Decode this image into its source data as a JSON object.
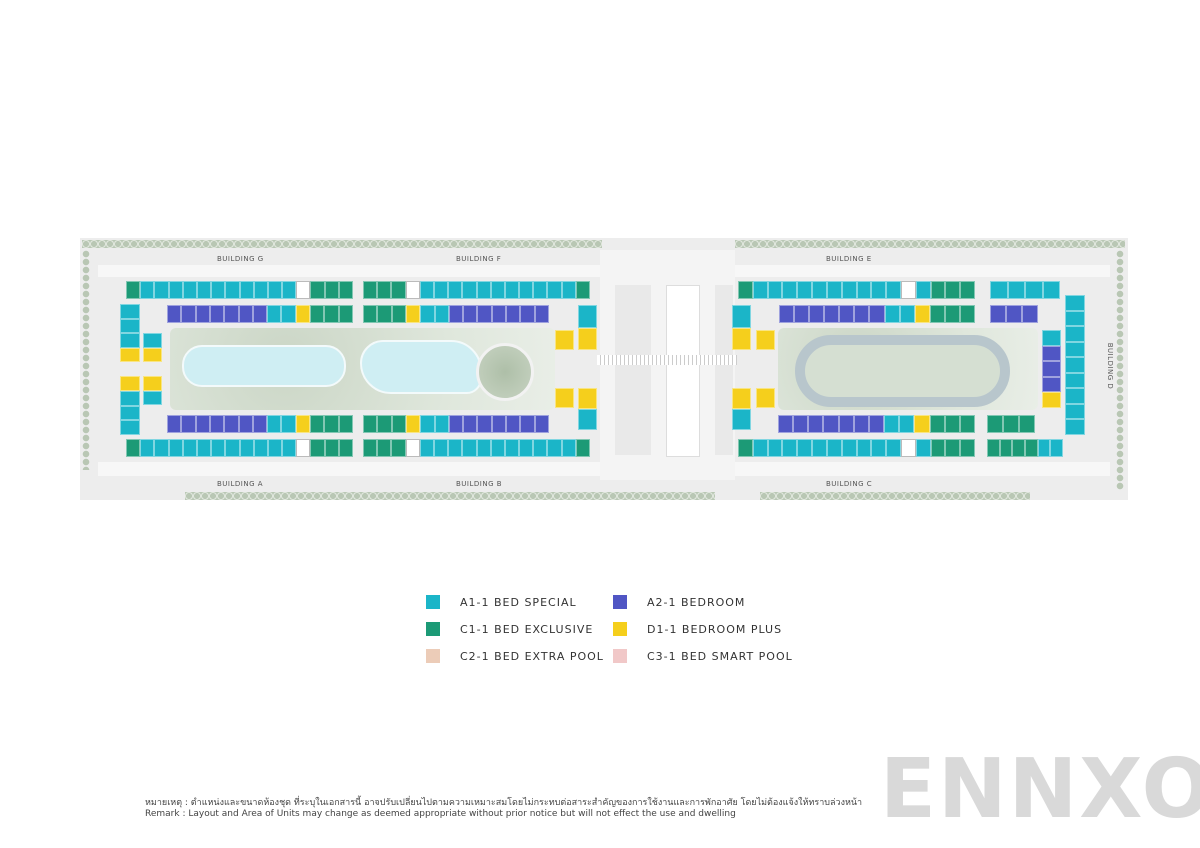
{
  "buildings": {
    "g": "BUILDING G",
    "f": "BUILDING F",
    "e": "BUILDING E",
    "a": "BUILDING A",
    "b": "BUILDING B",
    "c": "BUILDING C",
    "d": "BUILDING D"
  },
  "unit_types": {
    "A1": {
      "label": "A1-1 BED SPECIAL",
      "color": "#1bb5c8"
    },
    "A2": {
      "label": "A2-1 BEDROOM",
      "color": "#5056c4"
    },
    "C1": {
      "label": "C1-1 BED EXCLUSIVE",
      "color": "#1c9a76"
    },
    "D1": {
      "label": "D1-1 BEDROOM PLUS",
      "color": "#f5cf1c"
    },
    "C2": {
      "label": "C2-1 BED EXTRA POOL",
      "color": "#ecccb8"
    },
    "C3": {
      "label": "C3-1 BED SMART POOL",
      "color": "#f1c8c8"
    },
    "S": {
      "label": "",
      "color": "#ffffff"
    }
  },
  "legend": [
    {
      "label": "A1-1 BED SPECIAL",
      "color": "#1bb5c8"
    },
    {
      "label": "A2-1 BEDROOM",
      "color": "#5056c4"
    },
    {
      "label": "C1-1 BED EXCLUSIVE",
      "color": "#1c9a76"
    },
    {
      "label": "D1-1 BEDROOM PLUS",
      "color": "#f5cf1c"
    },
    {
      "label": "C2-1 BED EXTRA POOL",
      "color": "#ecccb8"
    },
    {
      "label": "C3-1 BED SMART POOL",
      "color": "#f1c8c8"
    }
  ],
  "unit_rows": {
    "g_outer": [
      [
        "C1",
        1
      ],
      [
        "A1",
        11
      ],
      [
        "S",
        1
      ],
      [
        "C1",
        3
      ]
    ],
    "g_inner": [
      [
        "A2",
        7
      ],
      [
        "A1",
        2
      ],
      [
        "D1",
        1
      ],
      [
        "C1",
        3
      ]
    ],
    "g_wing_a": [
      [
        "A1",
        3
      ],
      [
        "D1",
        1
      ]
    ],
    "g_wing_b": [
      [
        "A1",
        1
      ],
      [
        "D1",
        1
      ]
    ],
    "a_wing_a": [
      [
        "D1",
        1
      ],
      [
        "A1",
        3
      ]
    ],
    "a_wing_b": [
      [
        "D1",
        1
      ],
      [
        "A1",
        1
      ]
    ],
    "a_inner": [
      [
        "A2",
        7
      ],
      [
        "A1",
        2
      ],
      [
        "D1",
        1
      ],
      [
        "C1",
        3
      ]
    ],
    "a_outer": [
      [
        "C1",
        1
      ],
      [
        "A1",
        11
      ],
      [
        "S",
        1
      ],
      [
        "C1",
        3
      ]
    ],
    "f_outer": [
      [
        "C1",
        3
      ],
      [
        "S",
        1
      ],
      [
        "A1",
        11
      ],
      [
        "C1",
        1
      ]
    ],
    "f_inner": [
      [
        "C1",
        3
      ],
      [
        "D1",
        1
      ],
      [
        "A1",
        2
      ],
      [
        "A2",
        7
      ]
    ],
    "f_wing_a": [
      [
        "A1",
        1
      ],
      [
        "D1",
        1
      ]
    ],
    "f_wing_b": [
      [
        "D1",
        1
      ]
    ],
    "b_wing_a": [
      [
        "D1",
        1
      ],
      [
        "A1",
        1
      ]
    ],
    "b_wing_b": [
      [
        "D1",
        1
      ]
    ],
    "b_inner": [
      [
        "C1",
        3
      ],
      [
        "D1",
        1
      ],
      [
        "A1",
        2
      ],
      [
        "A2",
        7
      ]
    ],
    "b_outer": [
      [
        "C1",
        3
      ],
      [
        "S",
        1
      ],
      [
        "A1",
        11
      ],
      [
        "C1",
        1
      ]
    ],
    "e_outer": [
      [
        "C1",
        1
      ],
      [
        "A1",
        10
      ],
      [
        "S",
        1
      ],
      [
        "A1",
        1
      ],
      [
        "C1",
        3
      ]
    ],
    "e_inner": [
      [
        "A2",
        7
      ],
      [
        "A1",
        2
      ],
      [
        "D1",
        1
      ],
      [
        "C1",
        3
      ]
    ],
    "e_wing_a": [
      [
        "A1",
        1
      ],
      [
        "D1",
        1
      ]
    ],
    "e_wing_b": [
      [
        "D1",
        1
      ]
    ],
    "c_wing_a": [
      [
        "D1",
        1
      ],
      [
        "A1",
        1
      ]
    ],
    "c_wing_b": [
      [
        "D1",
        1
      ]
    ],
    "c_inner": [
      [
        "A2",
        7
      ],
      [
        "A1",
        2
      ],
      [
        "D1",
        1
      ],
      [
        "C1",
        3
      ]
    ],
    "c_outer": [
      [
        "C1",
        1
      ],
      [
        "A1",
        10
      ],
      [
        "S",
        1
      ],
      [
        "A1",
        1
      ],
      [
        "C1",
        3
      ]
    ],
    "c2_top": [
      [
        "A1",
        4
      ]
    ],
    "c2_top_inner": [
      [
        "A2",
        3
      ]
    ],
    "c2_bottom_inner": [
      [
        "C1",
        3
      ]
    ],
    "c2_bottom_outer": [
      [
        "C1",
        4
      ],
      [
        "A1",
        2
      ]
    ],
    "d_col": [
      [
        "A1",
        9
      ]
    ],
    "d_inner": [
      [
        "A1",
        1
      ],
      [
        "A2",
        3
      ],
      [
        "D1",
        1
      ]
    ]
  },
  "remark": {
    "thai": "หมายเหตุ : ตำแหน่งและขนาดห้องชุด ที่ระบุในเอกสารนี้ อาจปรับเปลี่ยนไปตามความเหมาะสมโดยไม่กระทบต่อสาระสำคัญของการใช้งานและการพักอาศัย โดยไม่ต้องแจ้งให้ทราบล่วงหน้า",
    "english": "Remark : Layout and Area of Units may change as deemed appropriate without prior notice but will not effect the use and dwelling"
  },
  "watermark": "ENNXO"
}
